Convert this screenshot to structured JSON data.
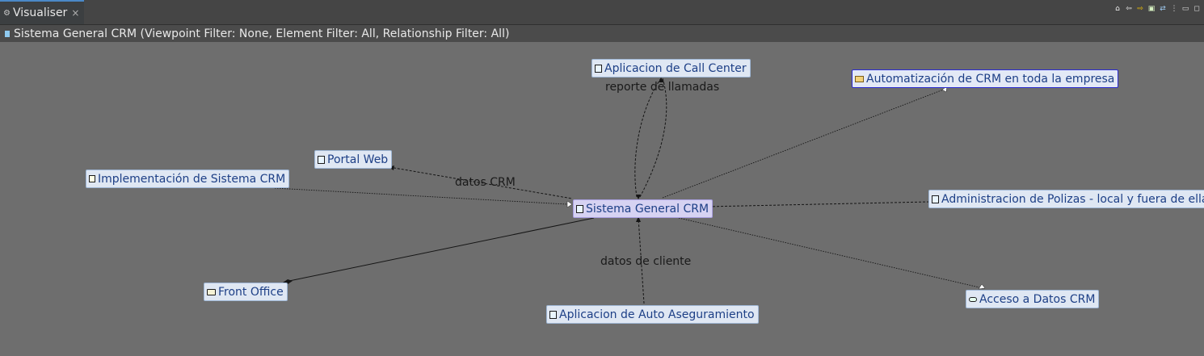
{
  "tab": {
    "title": "Visualiser",
    "close": "×"
  },
  "toolbar": {
    "buttons": [
      {
        "name": "home-icon",
        "glyph": "⌂",
        "color": "#f2f2f2"
      },
      {
        "name": "back-icon",
        "glyph": "⇦",
        "color": "#f2f2f2"
      },
      {
        "name": "forward-icon",
        "glyph": "⇨",
        "color": "#f5c400"
      },
      {
        "name": "depth-icon",
        "glyph": "▣",
        "color": "#d6f0c0"
      },
      {
        "name": "sync-icon",
        "glyph": "⇄",
        "color": "#9ec9f0"
      },
      {
        "name": "menu-icon",
        "glyph": "⋮",
        "color": "#dddddd"
      },
      {
        "name": "minimize-icon",
        "glyph": "▭",
        "color": "#dddddd"
      },
      {
        "name": "maximize-icon",
        "glyph": "◻",
        "color": "#dddddd"
      }
    ]
  },
  "header": {
    "title": "Sistema General CRM (Viewpoint Filter: None, Element Filter: All, Relationship Filter: All)"
  },
  "nodes": {
    "center": "Sistema General CRM",
    "call_center": "Aplicacion de Call Center",
    "automatizacion": "Automatización de CRM en toda la empresa",
    "portal_web": "Portal Web",
    "implementacion": "Implementación de Sistema CRM",
    "administracion": "Administracion de Polizas - local y fuera de ella",
    "front_office": "Front Office",
    "auto_aseguramiento": "Aplicacion de Auto Aseguramiento",
    "acceso_datos": "Acceso a Datos CRM"
  },
  "edge_labels": {
    "reporte": "reporte de llamadas",
    "datos_crm": "datos CRM",
    "datos_cliente": "datos de cliente"
  },
  "colors": {
    "canvas": "#6e6e6e",
    "node_fill": "#dfe7f3",
    "center_fill": "#d6d2f2",
    "node_text": "#1d3f86",
    "service_border": "#2a2ad0"
  }
}
